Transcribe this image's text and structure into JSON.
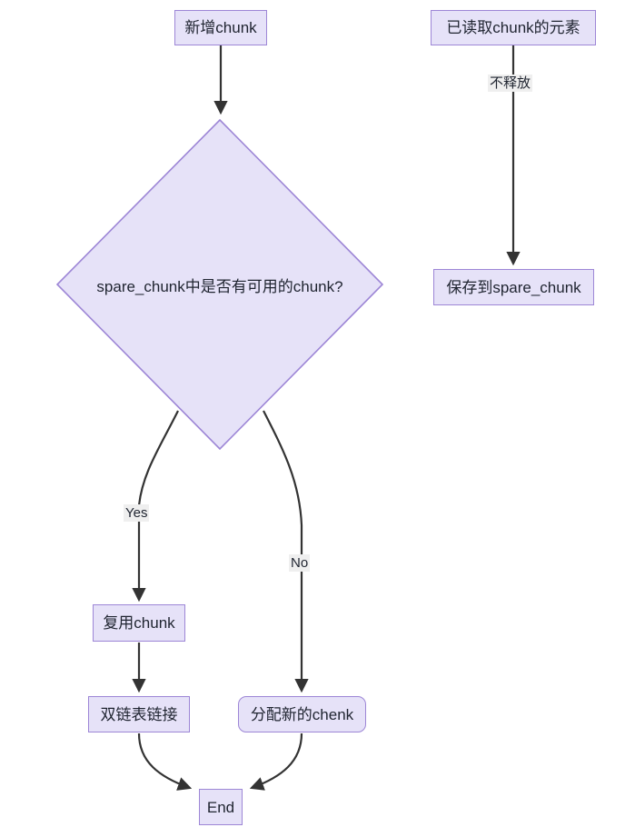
{
  "diagram": {
    "type": "flowchart",
    "direction": "top-down",
    "title": "",
    "background_color": "#ffffff",
    "node_fill_color": "#e6e2f8",
    "node_border_color": "#9d86d6",
    "edge_color": "#333333",
    "edge_label_background": "#efefef",
    "text_color": "#1f2430"
  },
  "nodes": {
    "new_chunk": {
      "label": "新增chunk",
      "shape": "rect"
    },
    "decision": {
      "label": "spare_chunk中是否有可用的chunk?",
      "shape": "diamond"
    },
    "reuse_chunk": {
      "label": "复用chunk",
      "shape": "rect"
    },
    "linked_list": {
      "label": "双链表链接",
      "shape": "rect"
    },
    "alloc_new": {
      "label": "分配新的chenk",
      "shape": "rounded-rect"
    },
    "end": {
      "label": "End",
      "shape": "rect"
    },
    "read_elem": {
      "label": "已读取chunk的元素",
      "shape": "rect"
    },
    "save_spare": {
      "label": "保存到spare_chunk",
      "shape": "rect"
    }
  },
  "edges": [
    {
      "from": "new_chunk",
      "to": "decision",
      "label": ""
    },
    {
      "from": "decision",
      "to": "reuse_chunk",
      "label": "Yes"
    },
    {
      "from": "decision",
      "to": "alloc_new",
      "label": "No"
    },
    {
      "from": "reuse_chunk",
      "to": "linked_list",
      "label": ""
    },
    {
      "from": "linked_list",
      "to": "end",
      "label": ""
    },
    {
      "from": "alloc_new",
      "to": "end",
      "label": ""
    },
    {
      "from": "read_elem",
      "to": "save_spare",
      "label": "不释放"
    }
  ],
  "edge_labels": {
    "yes": "Yes",
    "no": "No",
    "no_release": "不释放"
  }
}
